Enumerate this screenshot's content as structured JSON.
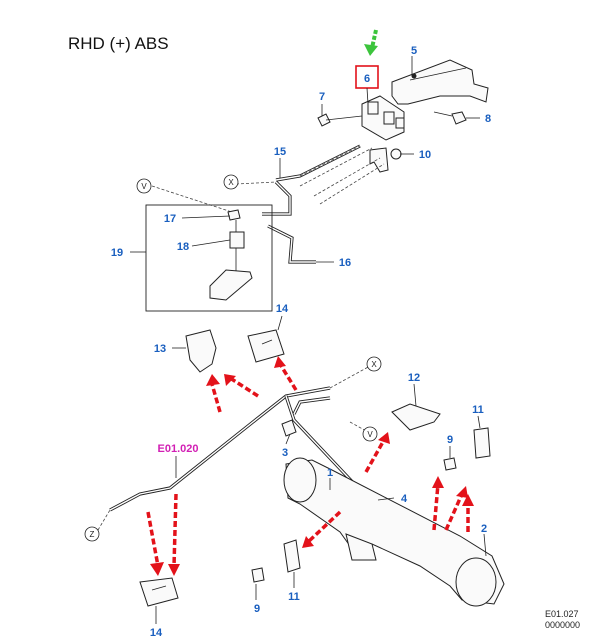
{
  "title": "RHD (+) ABS",
  "footer": {
    "code": "E01.027",
    "number": "0000000"
  },
  "reference": "E01.020",
  "callouts": {
    "n1": "1",
    "n2": "2",
    "n3": "3",
    "n4": "4",
    "n5": "5",
    "n6": "6",
    "n7": "7",
    "n8": "8",
    "n9a": "9",
    "n9b": "9",
    "n10": "10",
    "n11a": "11",
    "n11b": "11",
    "n12": "12",
    "n13": "13",
    "n14a": "14",
    "n14b": "14",
    "n15": "15",
    "n16": "16",
    "n17": "17",
    "n18": "18",
    "n19": "19"
  },
  "connectors": {
    "v1": "V",
    "v2": "V",
    "x1": "X",
    "x2": "X",
    "z1": "Z"
  },
  "colors": {
    "callout": "#1a5fbf",
    "reference": "#d21fb4",
    "arrow_red": "#e3121a",
    "arrow_green": "#3cc43c",
    "highlight_box": "#e3121a"
  },
  "highlighted_part": "6"
}
